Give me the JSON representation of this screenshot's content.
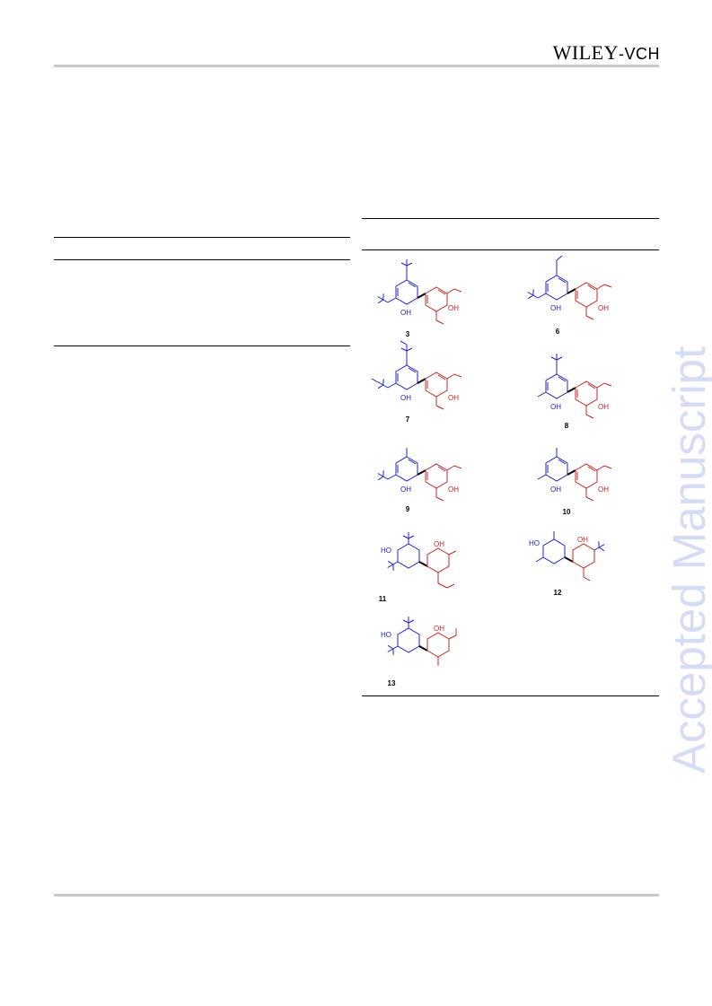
{
  "header": {
    "publisher_main": "WILEY",
    "publisher_suffix": "-VCH"
  },
  "watermark": "Accepted Manuscript",
  "compounds": [
    {
      "label": "3",
      "icon": "biaryl-structure-icon"
    },
    {
      "label": "6",
      "icon": "biaryl-structure-icon"
    },
    {
      "label": "7",
      "icon": "biaryl-structure-icon"
    },
    {
      "label": "8",
      "icon": "biaryl-structure-icon"
    },
    {
      "label": "9",
      "icon": "biaryl-structure-icon"
    },
    {
      "label": "10",
      "icon": "biaryl-structure-icon"
    },
    {
      "label": "11",
      "icon": "biaryl-structure-icon"
    },
    {
      "label": "12",
      "icon": "biaryl-structure-icon"
    },
    {
      "label": "13",
      "icon": "biaryl-structure-icon"
    }
  ],
  "atoms": {
    "hydroxyl": "OH",
    "hydroxyl_left": "HO"
  },
  "colors": {
    "ring_a": "#2020c8",
    "ring_b": "#c02828",
    "watermark": "#d7dcf5",
    "rule": "#c8c8c8"
  }
}
